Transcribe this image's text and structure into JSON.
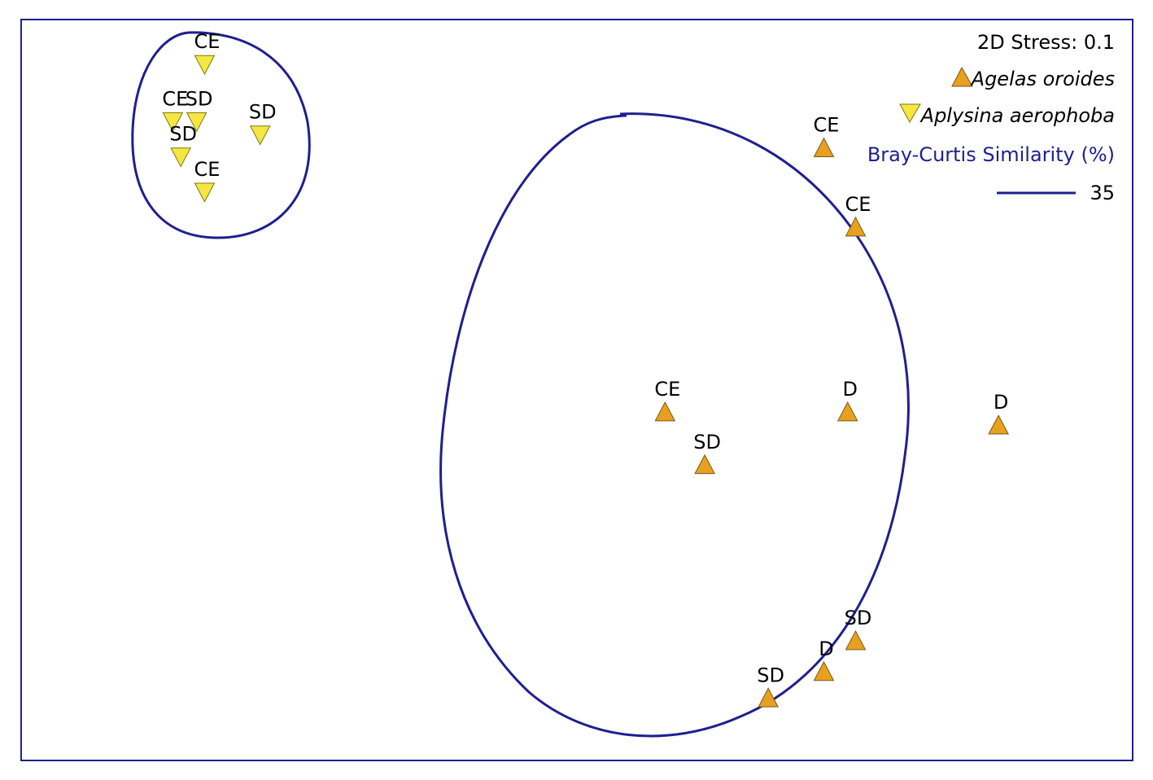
{
  "chart_data": {
    "type": "scatter",
    "stress_label": "2D Stress: 0.1",
    "series": [
      {
        "name": "Agelas oroides",
        "marker": "triangle-up",
        "color": "#e8a020",
        "points": [
          {
            "x": 0.55,
            "y": 3.15,
            "label": "CE"
          },
          {
            "x": 0.75,
            "y": 2.25,
            "label": "CE"
          },
          {
            "x": -0.45,
            "y": 0.15,
            "label": "CE"
          },
          {
            "x": 0.7,
            "y": 0.15,
            "label": "D"
          },
          {
            "x": 1.65,
            "y": 0.0,
            "label": "D"
          },
          {
            "x": -0.2,
            "y": -0.45,
            "label": "SD"
          },
          {
            "x": 0.75,
            "y": -2.45,
            "label": "SD"
          },
          {
            "x": 0.55,
            "y": -2.8,
            "label": "D"
          },
          {
            "x": 0.2,
            "y": -3.1,
            "label": "SD"
          }
        ]
      },
      {
        "name": "Aplysina aerophoba",
        "marker": "triangle-down",
        "color": "#f5e642",
        "points": [
          {
            "x": -3.35,
            "y": 4.1,
            "label": "CE"
          },
          {
            "x": -3.55,
            "y": 3.45,
            "label": "CE"
          },
          {
            "x": -3.4,
            "y": 3.45,
            "label": "SD"
          },
          {
            "x": -3.0,
            "y": 3.3,
            "label": "SD"
          },
          {
            "x": -3.5,
            "y": 3.05,
            "label": "SD"
          },
          {
            "x": -3.35,
            "y": 2.65,
            "label": "CE"
          }
        ]
      }
    ],
    "xlim": [
      -4.5,
      2.5
    ],
    "ylim": [
      -3.8,
      4.6
    ],
    "similarity": {
      "title": "Bray-Curtis Similarity (%)",
      "value": "35",
      "color": "#1f1f8f"
    }
  },
  "legend": {
    "stress": "2D Stress: 0.1",
    "agelas": "Agelas oroides",
    "aplysina": "Aplysina aerophoba",
    "similarity_title": "Bray-Curtis Similarity (%)",
    "similarity_value": "35"
  }
}
